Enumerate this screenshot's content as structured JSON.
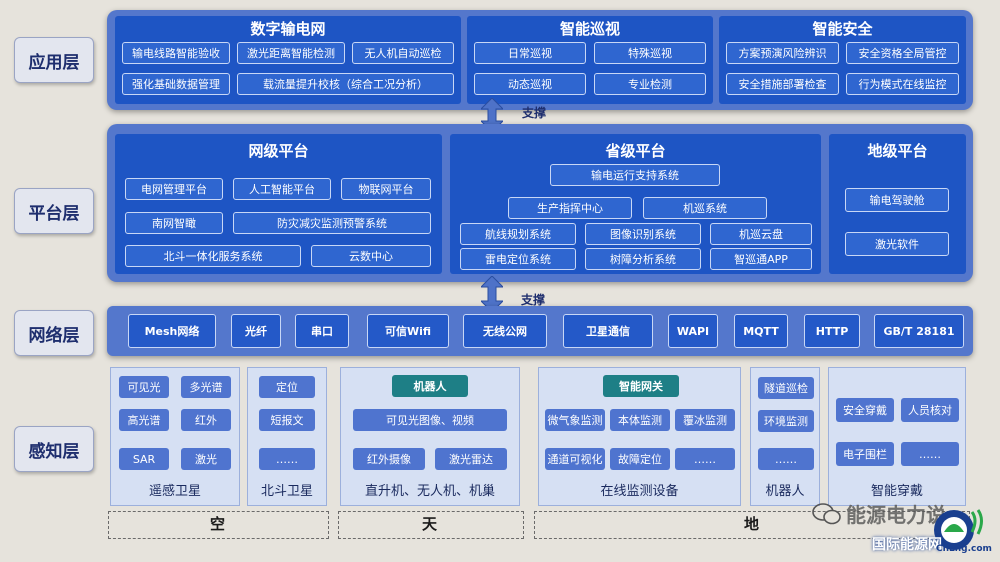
{
  "layers": [
    "应用层",
    "平台层",
    "网络层",
    "感知层"
  ],
  "support_label": "支撑",
  "application": [
    {
      "title": "数字输电网",
      "items": [
        "输电线路智能验收",
        "激光距离智能检测",
        "无人机自动巡检",
        "强化基础数据管理",
        "载流量提升校核（综合工况分析）"
      ]
    },
    {
      "title": "智能巡视",
      "items": [
        "日常巡视",
        "特殊巡视",
        "动态巡视",
        "专业检测"
      ]
    },
    {
      "title": "智能安全",
      "items": [
        "方案预演风险辨识",
        "安全资格全局管控",
        "安全措施部署检查",
        "行为模式在线监控"
      ]
    }
  ],
  "platform": [
    {
      "title": "网级平台",
      "items": [
        "电网管理平台",
        "人工智能平台",
        "物联网平台",
        "南网智瞰",
        "防灾减灾监测预警系统",
        "北斗一体化服务系统",
        "云数中心"
      ]
    },
    {
      "title": "省级平台",
      "items": [
        "输电运行支持系统",
        "生产指挥中心",
        "机巡系统",
        "航线规划系统",
        "图像识别系统",
        "机巡云盘",
        "雷电定位系统",
        "树障分析系统",
        "智巡通APP"
      ]
    },
    {
      "title": "地级平台",
      "items": [
        "输电驾驶舱",
        "激光软件"
      ]
    }
  ],
  "network": [
    "Mesh网络",
    "光纤",
    "串口",
    "可信Wifi",
    "无线公网",
    "卫星通信",
    "WAPI",
    "MQTT",
    "HTTP",
    "GB/T 28181"
  ],
  "sensing": [
    {
      "label": "遥感卫星",
      "badge": "",
      "items": [
        "可见光",
        "多光谱",
        "高光谱",
        "红外",
        "SAR",
        "激光"
      ]
    },
    {
      "label": "北斗卫星",
      "badge": "",
      "items": [
        "定位",
        "短报文",
        "……"
      ]
    },
    {
      "label": "直升机、无人机、机巢",
      "badge": "机器人",
      "items": [
        "可见光图像、视频",
        "红外摄像",
        "激光雷达"
      ]
    },
    {
      "label": "在线监测设备",
      "badge": "智能网关",
      "items": [
        "微气象监测",
        "本体监测",
        "覆冰监测",
        "通道可视化",
        "故障定位",
        "……"
      ]
    },
    {
      "label": "机器人",
      "badge": "",
      "items": [
        "隧道巡检",
        "环境监测",
        "……"
      ]
    },
    {
      "label": "智能穿戴",
      "badge": "",
      "items": [
        "安全穿戴",
        "人员核对",
        "电子围栏",
        "……"
      ]
    }
  ],
  "zones": [
    "空",
    "天",
    "地"
  ],
  "watermark": {
    "wechat": "能源电力说",
    "logo": "国际能源网",
    "logo_url": "CnLng.com"
  }
}
